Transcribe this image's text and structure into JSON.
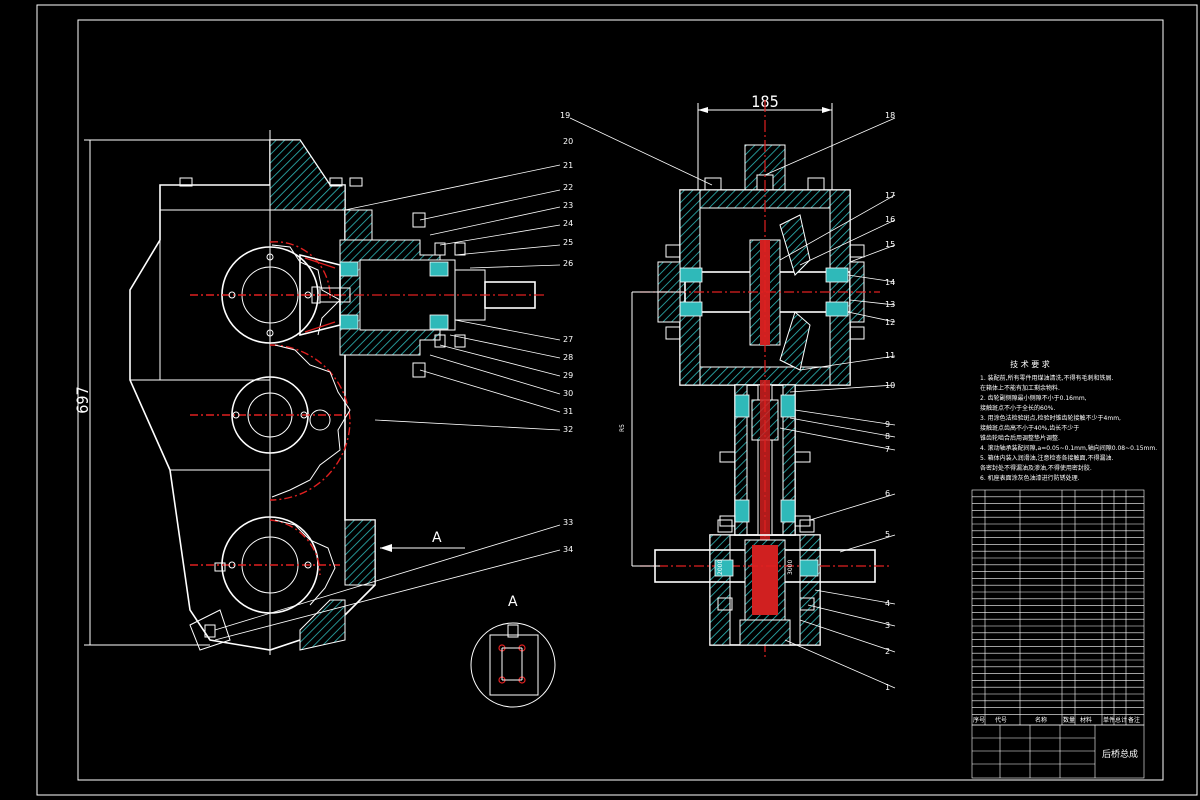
{
  "drawing": {
    "overall_height_dim": "697",
    "top_width_dim": "185",
    "section_marker": "A",
    "section_view_label": "A",
    "left_balloons": [
      "33",
      "34"
    ],
    "mid_balloons_top": [
      "20",
      "21",
      "22",
      "23",
      "24",
      "25",
      "26"
    ],
    "mid_balloons_bottom": [
      "27",
      "28",
      "29",
      "30",
      "31",
      "32"
    ],
    "right_top_balloons": [
      "19",
      "18"
    ],
    "right_side_balloons": [
      "17",
      "16",
      "15",
      "14",
      "13",
      "12",
      "11",
      "10",
      "9",
      "8",
      "7",
      "6",
      "5",
      "4",
      "3",
      "2",
      "1"
    ],
    "inner_dim_left": "R5",
    "shaft_note_1": "2000",
    "shaft_note_2": "3000"
  },
  "tech_requirements": {
    "title": "技 术 要 求",
    "items": [
      "1. 装配前,所有零件用煤油清洗,不得有毛刺和铁屑.",
      "   在箱体上不能有加工剩余物料.",
      "2. 齿轮副侧隙最小侧隙不小于0.16mm,",
      "   接触斑点不小于全长的60%.",
      "3. 用涂色法检验斑点,检验时锥齿轮接触不少于4mm,",
      "   接触斑点齿高不小于40%,齿长不少于",
      "   锥齿轮啮合后用调整垫片调整.",
      "4. 滚动轴承装配间隙,a=0.05~0.1mm,轴向间隙0.08~0.15mm.",
      "5. 箱体内装入润滑油,注意检查各接触面,不得漏油.",
      "   各密封处不得漏油及渗油,不得使用密封胶.",
      "6. 机座表面涂灰色油漆进行防锈处理."
    ]
  },
  "parts_table": {
    "header": [
      "序号",
      "代号",
      "名称",
      "数量",
      "材料",
      "单件",
      "总计",
      "备注"
    ],
    "footer_title": "后桥总成"
  }
}
